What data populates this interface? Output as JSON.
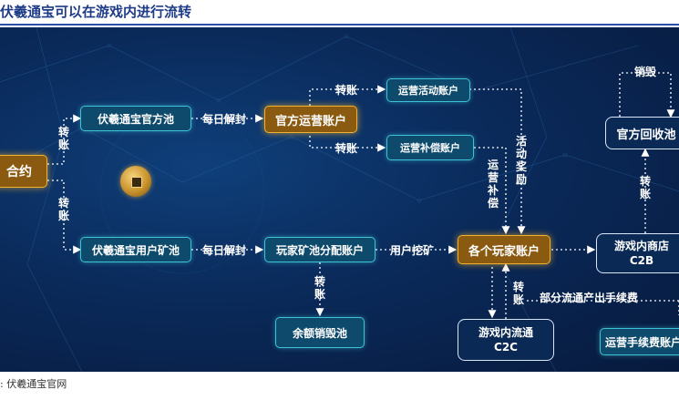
{
  "title": "伏羲通宝可以在游戏内进行流转",
  "source": ": 伏羲通宝官网",
  "colors": {
    "accent_teal": "#3fc2d6",
    "accent_gold": "#f0b030",
    "background": "#0a2a5a",
    "title_blue": "#1f3c88"
  },
  "coin_icon": "coin-icon",
  "nodes": {
    "contract": "合约",
    "official_pool": "伏羲通宝官方池",
    "official_ops": "官方运营账户",
    "ops_activity": "运营活动账户",
    "ops_compensation": "运营补偿账户",
    "official_recycle": "官方回收池",
    "user_mine_pool": "伏羲通宝用户矿池",
    "player_mine": "玩家矿池分配账户",
    "player_accounts": "各个玩家账户",
    "game_store_line1": "游戏内商店",
    "game_store_line2": "C2B",
    "remainder_burn": "余额销毁池",
    "c2c_line1": "游戏内流通",
    "c2c_line2": "C2C",
    "fee_account": "运营手续费账户"
  },
  "edges": {
    "daily_unlock_1": "每日解封",
    "daily_unlock_2": "每日解封",
    "transfer_top_left": "转账",
    "transfer_bottom_left": "转账",
    "transfer_up": "转账",
    "transfer_down": "转账",
    "transfer_burn": "转账",
    "transfer_fee": "转账",
    "user_mining": "用户挖矿",
    "activity_reward": "活动奖励",
    "ops_compensation_edge": "运营补偿",
    "destroy": "销毁",
    "store_transfer": "转账",
    "partial_fee": "部分流通产出手续费"
  }
}
